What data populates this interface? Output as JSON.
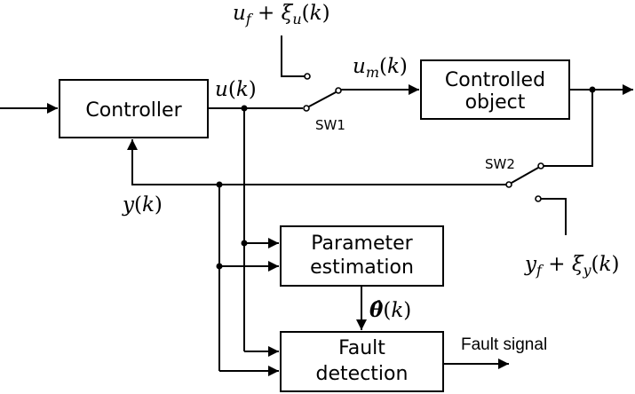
{
  "blocks": {
    "controller": "Controller",
    "controlled_object": [
      "Controlled",
      "object"
    ],
    "parameter_estimation": [
      "Parameter",
      "estimation"
    ],
    "fault_detection": [
      "Fault",
      "detection"
    ]
  },
  "switches": {
    "sw1": "SW1",
    "sw2": "SW2"
  },
  "signals": {
    "u": {
      "base": "u",
      "paren_open": "(",
      "arg": "k",
      "paren_close": ")"
    },
    "um": {
      "base": "u",
      "sub": "m",
      "paren_open": "(",
      "arg": "k",
      "paren_close": ")"
    },
    "y": {
      "base": "y",
      "paren_open": "(",
      "arg": "k",
      "paren_close": ")"
    },
    "uf_xi": {
      "base": "u",
      "sub": "f",
      "plus": " + ",
      "xi": "ξ",
      "xi_sub": "u",
      "paren_open": "(",
      "arg": "k",
      "paren_close": ")"
    },
    "yf_xi": {
      "base": "y",
      "sub": "f",
      "plus": " + ",
      "xi": "ξ",
      "xi_sub": "y",
      "paren_open": "(",
      "arg": "k",
      "paren_close": ")"
    },
    "theta": {
      "symbol": "θ̂",
      "paren_open": "(",
      "arg": "k",
      "paren_close": ")"
    },
    "fault_signal": "Fault signal"
  }
}
